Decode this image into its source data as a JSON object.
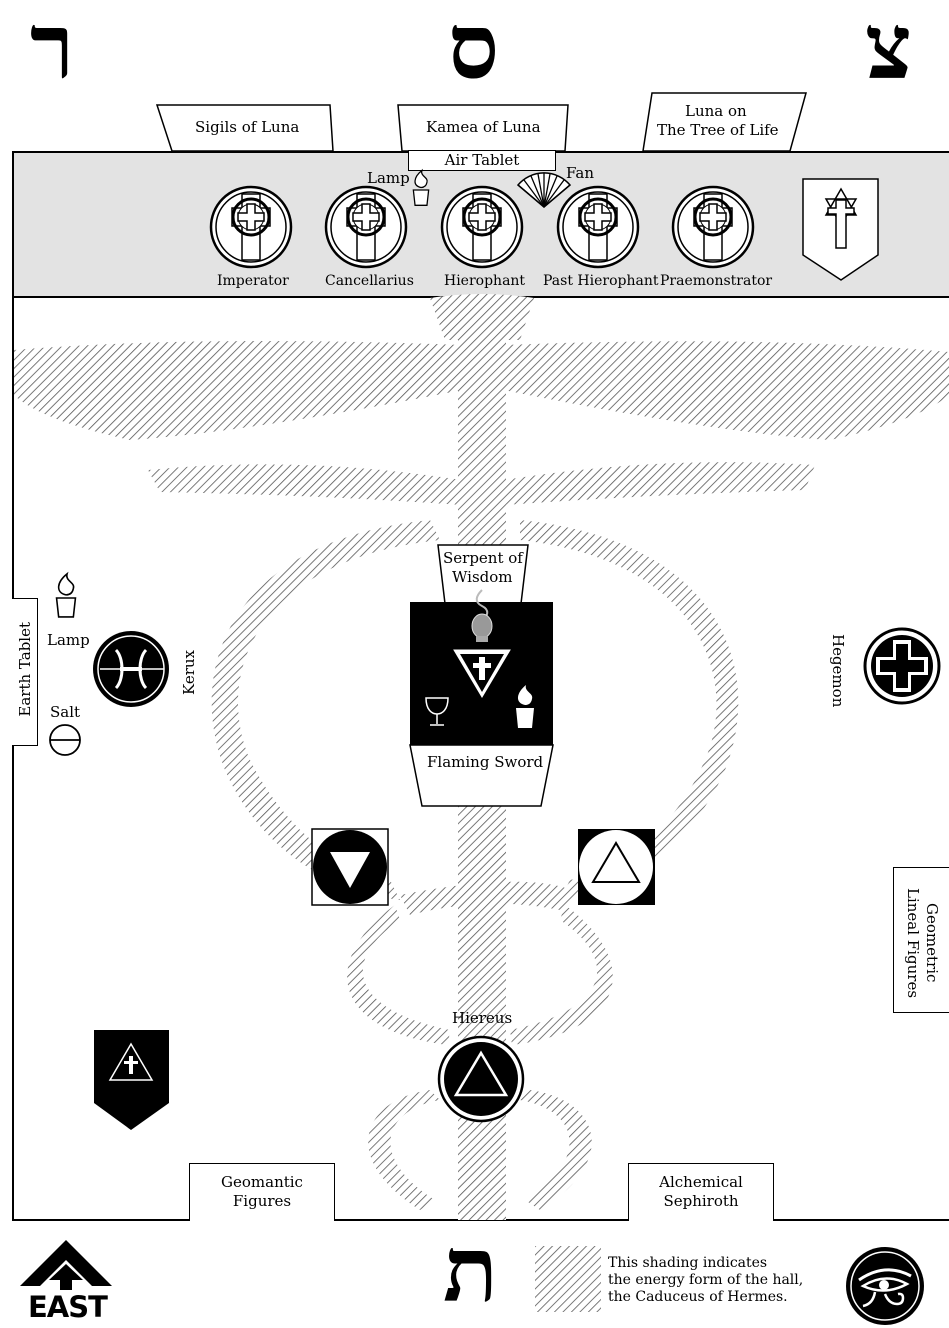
{
  "hebrew_letters": {
    "top_left": "ר",
    "top_center": "ס",
    "top_right": "צ",
    "bottom_center": "ת"
  },
  "top_plaques": {
    "sigils": "Sigils of Luna",
    "kamea": "Kamea of Luna",
    "tree_line1": "Luna on",
    "tree_line2": "The Tree of Life"
  },
  "dais": {
    "air_tablet": "Air Tablet",
    "lamp": "Lamp",
    "fan": "Fan",
    "officers": [
      "Imperator",
      "Cancellarius",
      "Hierophant",
      "Past Hierophant",
      "Praemonstrator"
    ]
  },
  "hall": {
    "serpent_line1": "Serpent of",
    "serpent_line2": "Wisdom",
    "flaming_sword": "Flaming Sword",
    "earth_tablet": "Earth Tablet",
    "lamp_west": "Lamp",
    "salt": "Salt",
    "kerux": "Kerux",
    "hegemon": "Hegemon",
    "geometric_line1": "Geometric",
    "geometric_line2": "Lineal Figures",
    "hiereus": "Hiereus",
    "geomantic_line1": "Geomantic",
    "geomantic_line2": "Figures",
    "alchemical_line1": "Alchemical",
    "alchemical_line2": "Sephiroth"
  },
  "footer": {
    "east": "EAST",
    "legend_line1": "This shading indicates",
    "legend_line2": "the energy form of the hall,",
    "legend_line3": "the Caduceus of Hermes."
  },
  "icons": [
    "east-arrow-icon",
    "eye-of-horus-icon",
    "banner-east-icon",
    "banner-west-icon",
    "cross-icon",
    "triangle-icon",
    "lamp-icon",
    "fan-icon",
    "censer-icon",
    "cup-icon",
    "salt-icon"
  ],
  "colors": {
    "dais_fill": "#e3e3e3",
    "ink": "#000000",
    "paper": "#ffffff"
  }
}
